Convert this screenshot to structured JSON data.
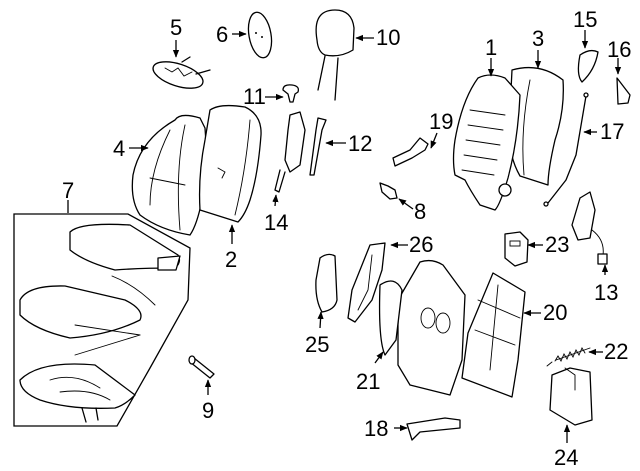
{
  "diagram": {
    "type": "exploded parts diagram",
    "subject": "front seat assembly",
    "callouts": [
      {
        "id": "1",
        "label": "1"
      },
      {
        "id": "2",
        "label": "2"
      },
      {
        "id": "3",
        "label": "3"
      },
      {
        "id": "4",
        "label": "4"
      },
      {
        "id": "5",
        "label": "5"
      },
      {
        "id": "6",
        "label": "6"
      },
      {
        "id": "7",
        "label": "7"
      },
      {
        "id": "8",
        "label": "8"
      },
      {
        "id": "9",
        "label": "9"
      },
      {
        "id": "10",
        "label": "10"
      },
      {
        "id": "11",
        "label": "11"
      },
      {
        "id": "12",
        "label": "12"
      },
      {
        "id": "13",
        "label": "13"
      },
      {
        "id": "14",
        "label": "14"
      },
      {
        "id": "15",
        "label": "15"
      },
      {
        "id": "16",
        "label": "16"
      },
      {
        "id": "17",
        "label": "17"
      },
      {
        "id": "18",
        "label": "18"
      },
      {
        "id": "19",
        "label": "19"
      },
      {
        "id": "20",
        "label": "20"
      },
      {
        "id": "21",
        "label": "21"
      },
      {
        "id": "22",
        "label": "22"
      },
      {
        "id": "23",
        "label": "23"
      },
      {
        "id": "24",
        "label": "24"
      },
      {
        "id": "25",
        "label": "25"
      },
      {
        "id": "26",
        "label": "26"
      }
    ]
  }
}
